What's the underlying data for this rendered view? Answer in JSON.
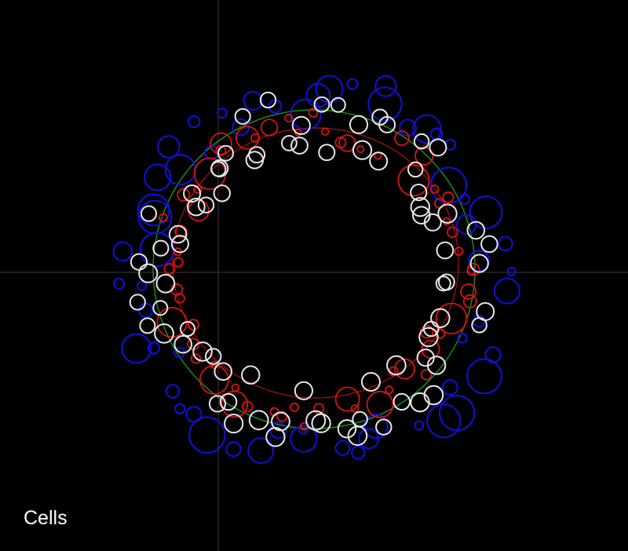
{
  "caption": "Cells",
  "colors": {
    "background": "#000000",
    "axes": "#3a3a3a",
    "outer_cells": "#1010dd",
    "mid_cells": "#dd1111",
    "inner_cells": "#e8e8e8",
    "guide_green": "#1a8a1a",
    "guide_red": "#aa1111"
  },
  "rings": [
    {
      "name": "outer-blue",
      "color_key": "outer_cells",
      "count": 58
    },
    {
      "name": "middle-red",
      "color_key": "mid_cells",
      "count": 62
    },
    {
      "name": "inner-white",
      "color_key": "inner_cells",
      "count": 78
    }
  ]
}
